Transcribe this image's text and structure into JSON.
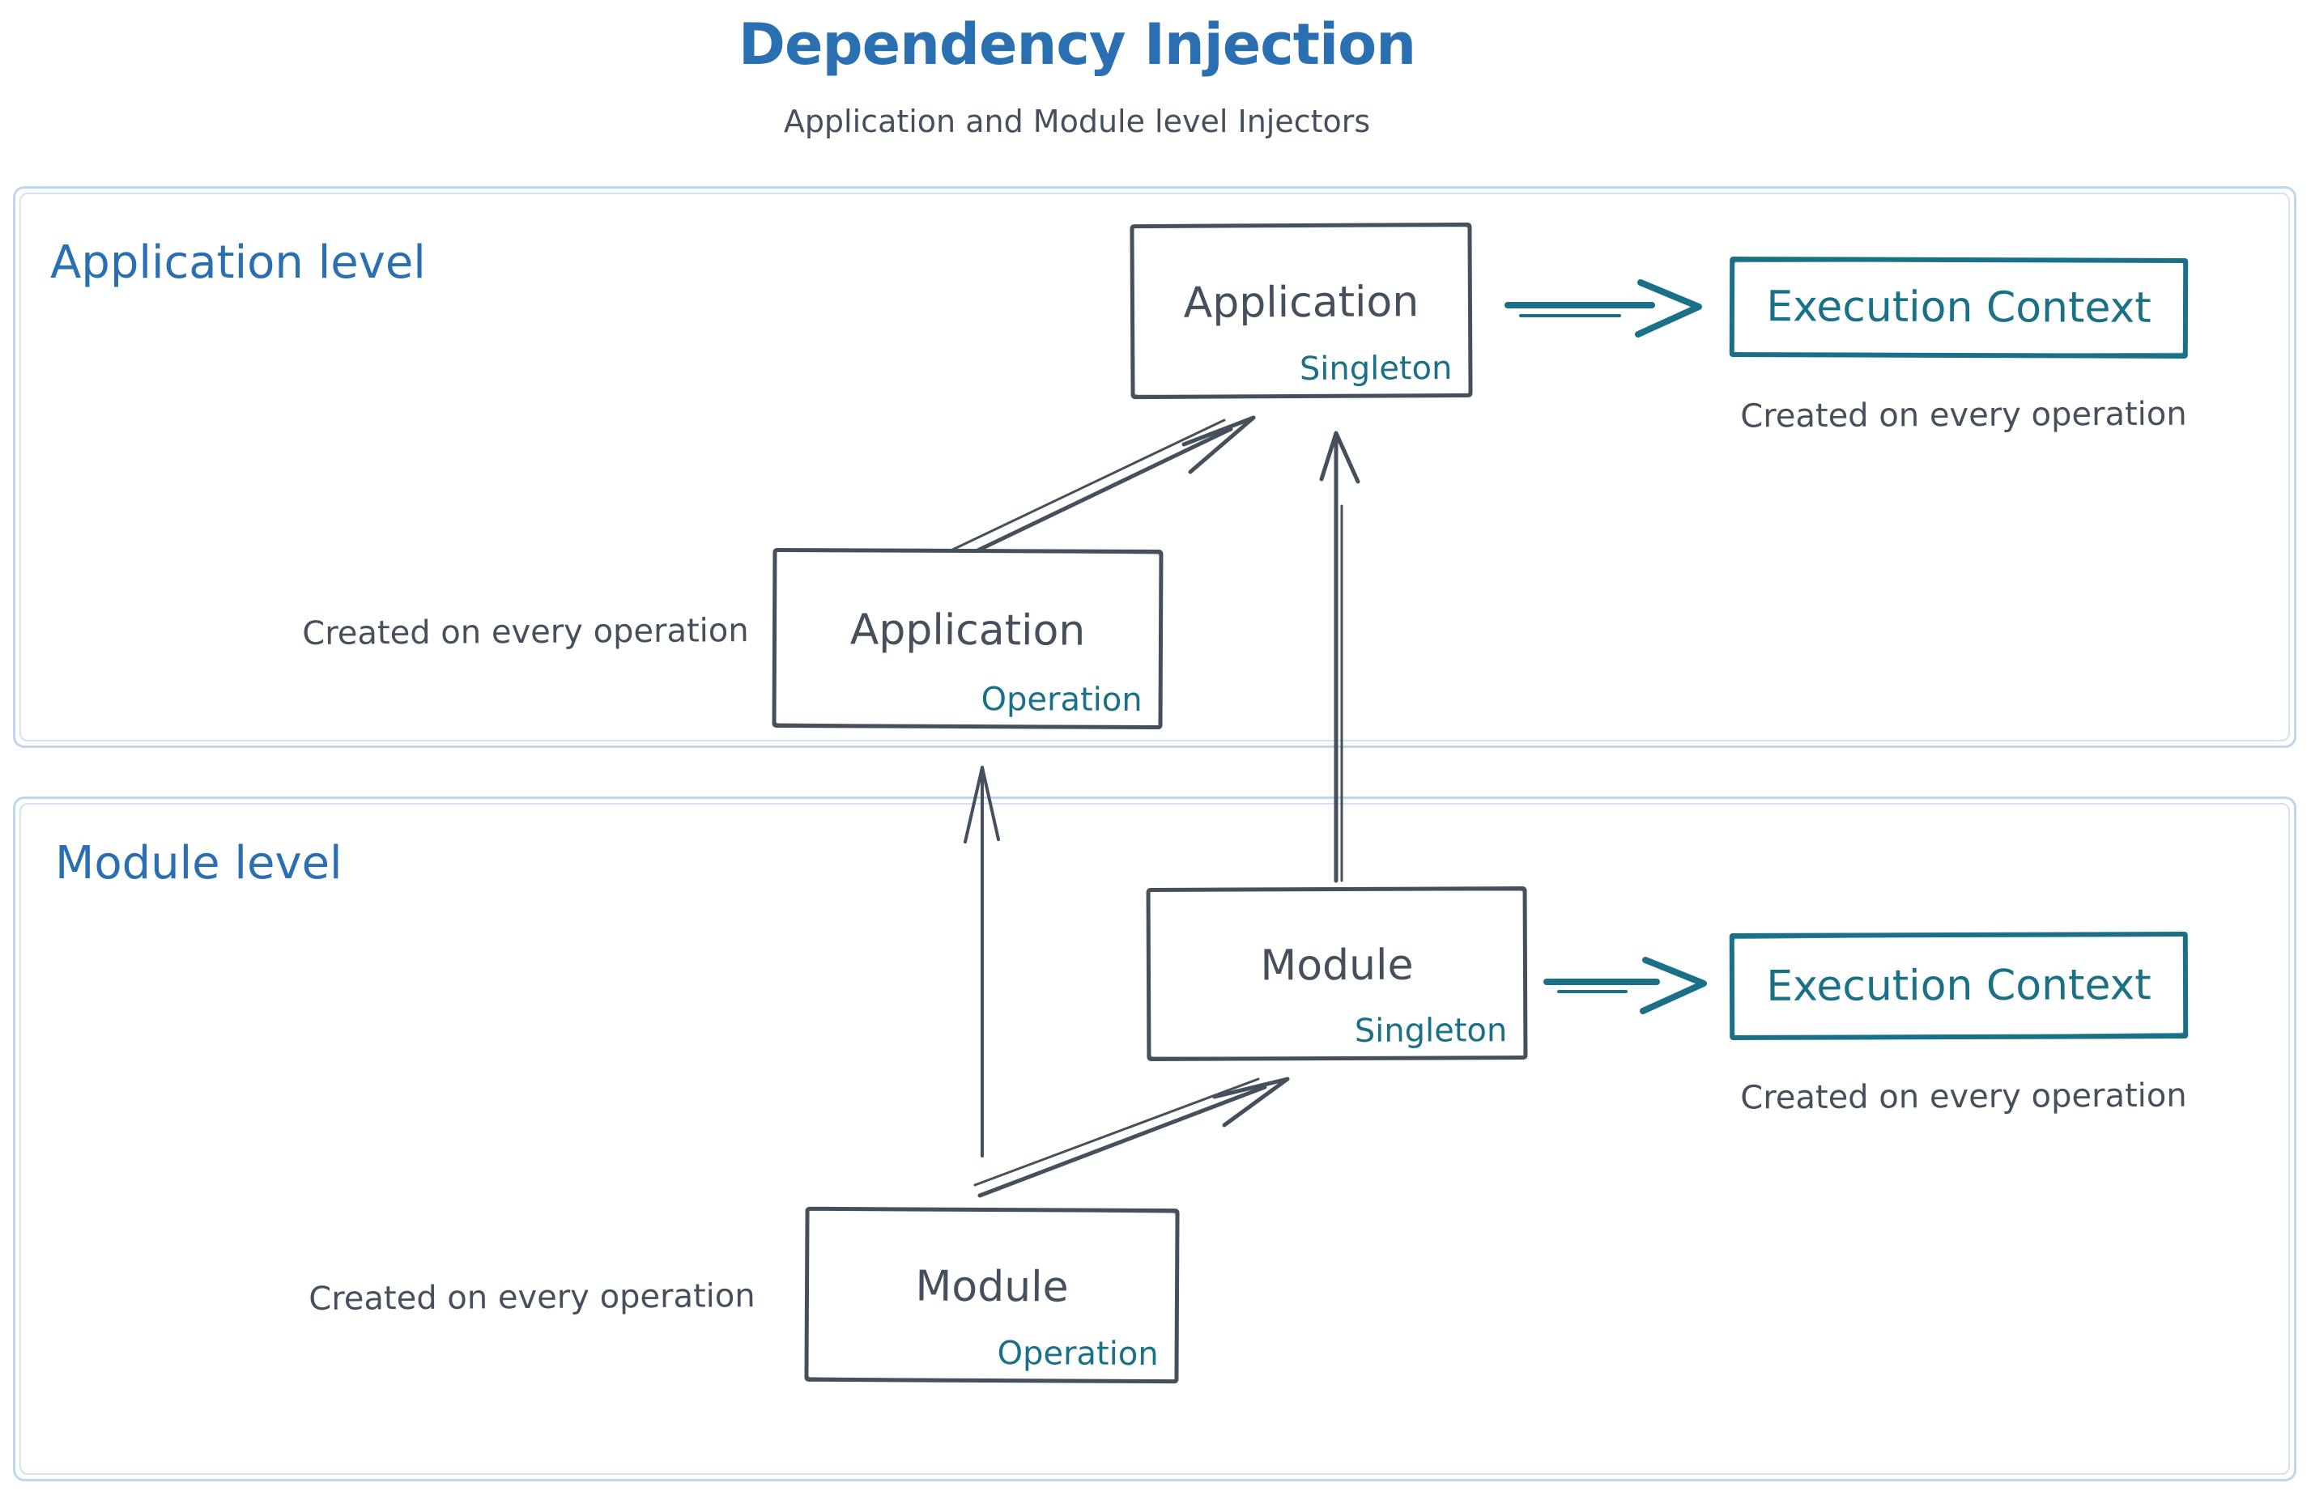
{
  "colors": {
    "blue": "#2b6fb3",
    "teal": "#1a7187",
    "ink": "#46505d",
    "frame": "#bed6ef"
  },
  "header": {
    "title": "Dependency Injection",
    "subtitle": "Application and Module level Injectors"
  },
  "application_level": {
    "label": "Application level",
    "singleton_box": {
      "title": "Application",
      "badge": "Singleton"
    },
    "operation_box": {
      "title": "Application",
      "badge": "Operation"
    },
    "operation_note": "Created on every operation",
    "execution_context": {
      "label": "Execution Context"
    },
    "execution_note": "Created on every operation"
  },
  "module_level": {
    "label": "Module level",
    "singleton_box": {
      "title": "Module",
      "badge": "Singleton"
    },
    "operation_box": {
      "title": "Module",
      "badge": "Operation"
    },
    "operation_note": "Created on every operation",
    "execution_context": {
      "label": "Execution Context"
    },
    "execution_note": "Created on every operation"
  },
  "edges": [
    {
      "from": "application-operation",
      "to": "application-singleton"
    },
    {
      "from": "application-singleton",
      "to": "application-execution-context"
    },
    {
      "from": "module-singleton",
      "to": "application-singleton"
    },
    {
      "from": "module-operation",
      "to": "application-operation"
    },
    {
      "from": "module-operation",
      "to": "module-singleton"
    },
    {
      "from": "module-singleton",
      "to": "module-execution-context"
    }
  ]
}
